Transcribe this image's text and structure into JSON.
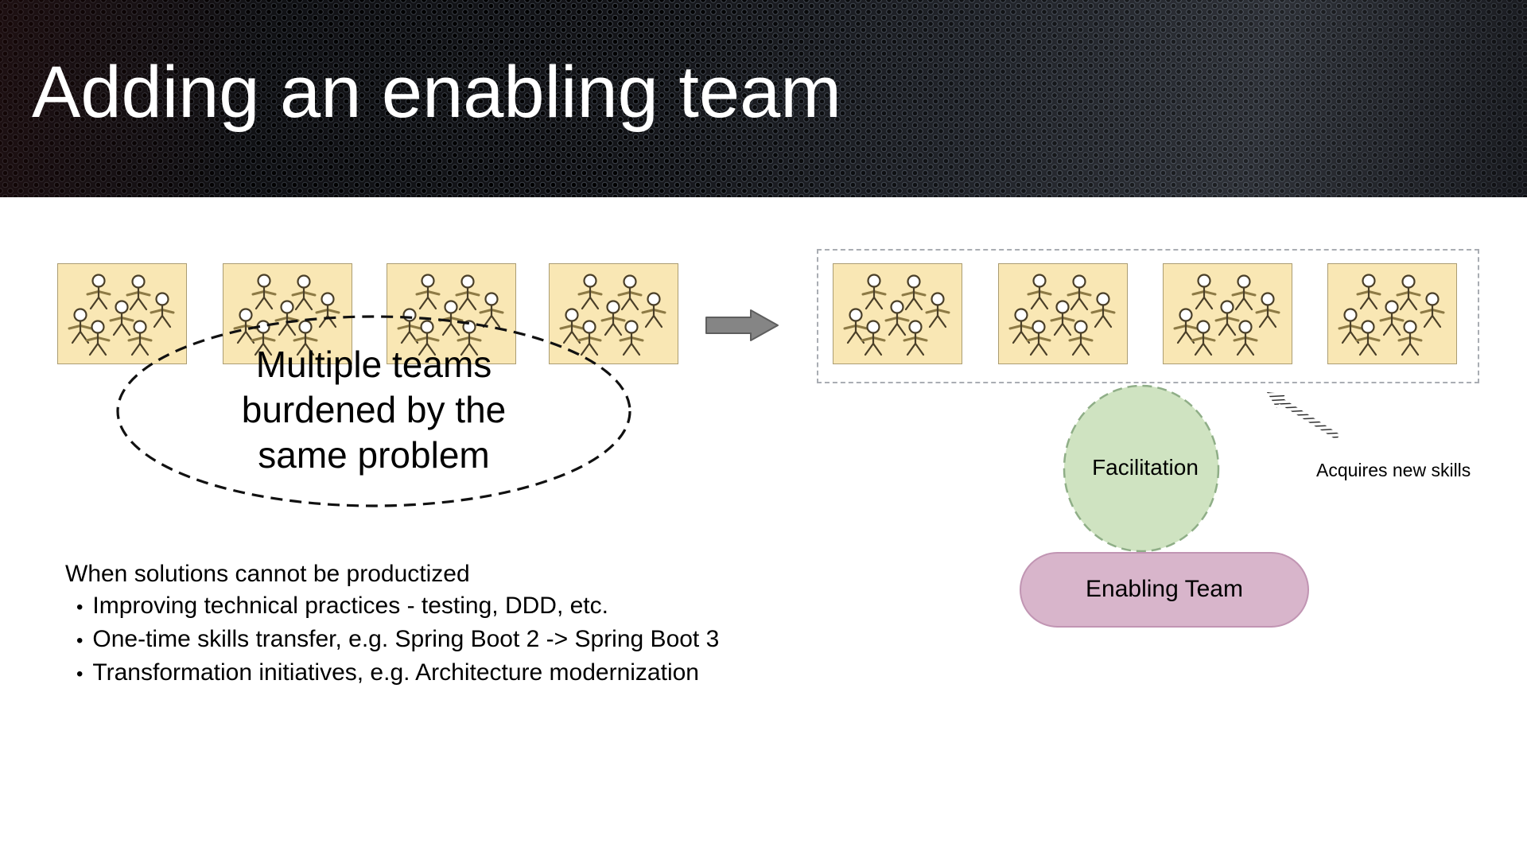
{
  "title": "Adding an enabling team",
  "problem_label": "Multiple teams\nburdened by the\nsame problem",
  "notes": {
    "heading": "When solutions cannot be productized",
    "bullet_char": "•",
    "items": [
      "Improving technical practices - testing, DDD, etc.",
      "One-time skills transfer, e.g. Spring Boot 2 -> Spring Boot 3",
      "Transformation initiatives, e.g. Architecture modernization"
    ]
  },
  "facilitation_label": "Facilitation",
  "enabling_team_label": "Enabling Team",
  "acquires_label": "Acquires new skills",
  "teams": {
    "left_count": 4,
    "right_count": 4,
    "members_per_team": 7
  },
  "colors": {
    "title_color": "#ffffff",
    "text_color": "#000000",
    "team_fill": "#f9e7b4",
    "team_border": "#ab9d73",
    "figure_line": "#4a3f28",
    "figure_arm": "#8d7a45",
    "ellipse_stroke": "#111111",
    "arrow_fill": "#858585",
    "arrow_stroke": "#5e5e5e",
    "dashed_rect_border": "#a9adb3",
    "facilitation_fill": "#cfe3c1",
    "facilitation_stroke": "#8fae87",
    "pill_fill": "#d8b5cb",
    "pill_stroke": "#c195b3"
  }
}
